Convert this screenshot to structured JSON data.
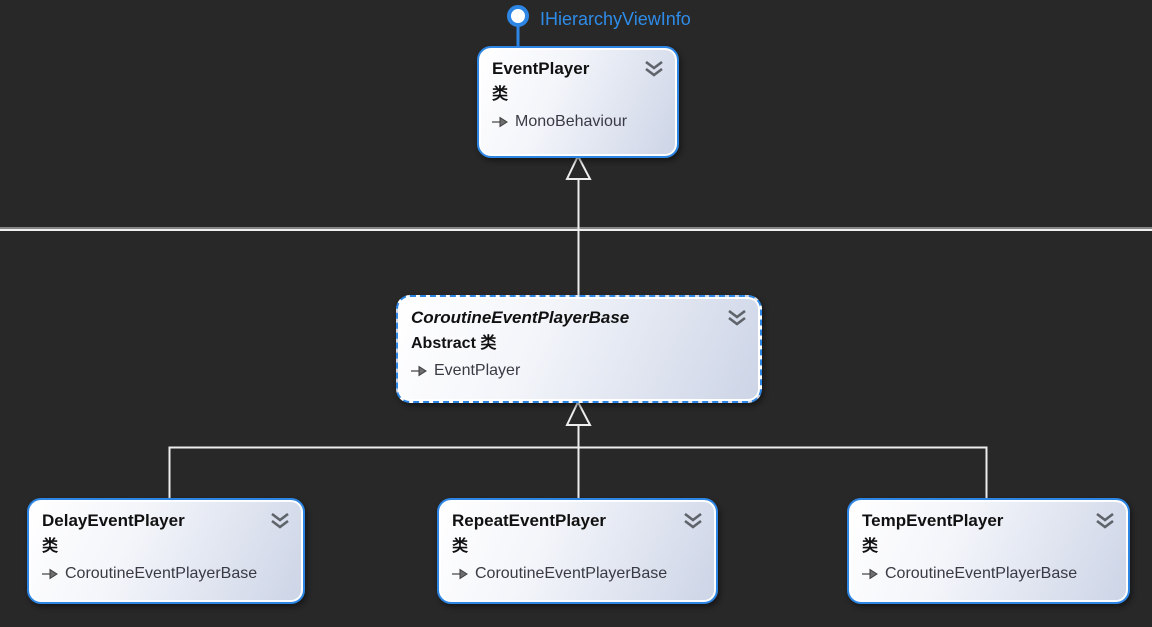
{
  "diagram": {
    "colors": {
      "background": "#282829",
      "accent_blue": "#2d86e4",
      "connector": "#ededed",
      "node_gradient_start": "#ffffff",
      "node_gradient_end": "#ccd4e6",
      "title_text": "#111111",
      "base_text": "#3a3a44"
    },
    "interface_lollipop": {
      "label": "IHierarchyViewInfo",
      "implemented_by": "EventPlayer"
    },
    "nodes": [
      {
        "title": "EventPlayer",
        "kind": "类",
        "base": "MonoBehaviour",
        "style": "class"
      },
      {
        "title": "CoroutineEventPlayerBase",
        "kind": "Abstract 类",
        "base": "EventPlayer",
        "style": "abstract"
      },
      {
        "title": "DelayEventPlayer",
        "kind": "类",
        "base": "CoroutineEventPlayerBase",
        "style": "class"
      },
      {
        "title": "RepeatEventPlayer",
        "kind": "类",
        "base": "CoroutineEventPlayerBase",
        "style": "class"
      },
      {
        "title": "TempEventPlayer",
        "kind": "类",
        "base": "CoroutineEventPlayerBase",
        "style": "class"
      }
    ],
    "edges": [
      {
        "from": "EventPlayer",
        "to": "IHierarchyViewInfo",
        "type": "interface-implementation"
      },
      {
        "from": "CoroutineEventPlayerBase",
        "to": "EventPlayer",
        "type": "inheritance"
      },
      {
        "from": "DelayEventPlayer",
        "to": "CoroutineEventPlayerBase",
        "type": "inheritance"
      },
      {
        "from": "RepeatEventPlayer",
        "to": "CoroutineEventPlayerBase",
        "type": "inheritance"
      },
      {
        "from": "TempEventPlayer",
        "to": "CoroutineEventPlayerBase",
        "type": "inheritance"
      }
    ]
  }
}
